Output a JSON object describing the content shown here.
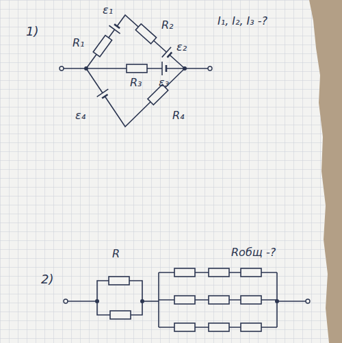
{
  "diagram": {
    "labels": [
      "1)",
      "ε₁",
      "R₁",
      "R₂",
      "ε₂",
      "R₃",
      "ε₃",
      "ε₄",
      "R₄",
      "I₁, I₂, I₃ -?",
      "2)",
      "R",
      "Rобщ -?"
    ]
  }
}
